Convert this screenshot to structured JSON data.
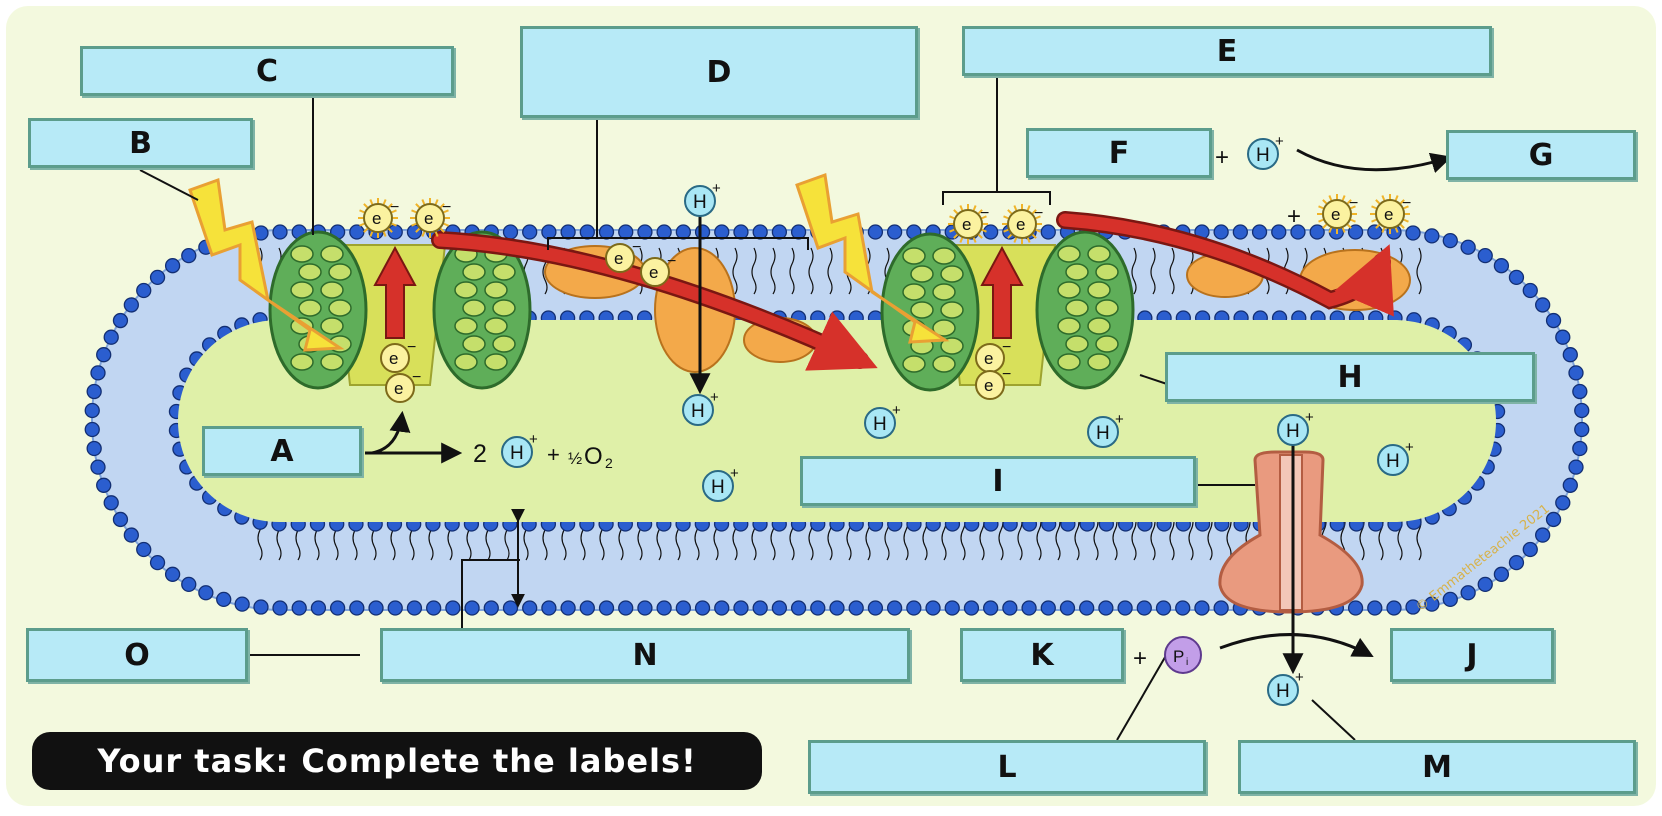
{
  "labels": {
    "A": "A",
    "B": "B",
    "C": "C",
    "D": "D",
    "E": "E",
    "F": "F",
    "G": "G",
    "H": "H",
    "I": "I",
    "J": "J",
    "K": "K",
    "L": "L",
    "M": "M",
    "N": "N",
    "O": "O"
  },
  "equation": {
    "coef": "2",
    "h": "H",
    "plus_sign": "+",
    "half": "½",
    "o2": "O",
    "o2_sub": "2"
  },
  "ion_h": "H",
  "ion_charge": "+",
  "electron": "e",
  "electron_charge": "−",
  "plus": "+",
  "phosphate": "P",
  "phosphate_sub": "i",
  "task": "Your task: Complete the labels!",
  "credit": "© Emmatheteachie 2021",
  "colors": {
    "background": "#f3f9de",
    "lumen": "#dff0a8",
    "membrane": "#c1d6f2",
    "head": "#2b5ecf",
    "label_box": "#b7eaf7",
    "arrow_red": "#d6312a",
    "photosystem": "#5fae59",
    "cytochrome": "#f3a94a",
    "atp_synthase": "#e99a7f"
  }
}
